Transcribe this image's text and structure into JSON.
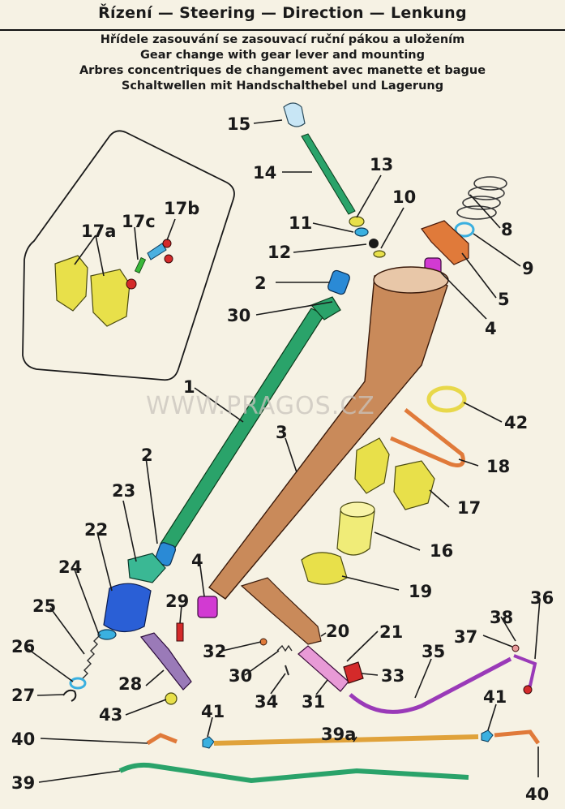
{
  "header": {
    "title": "Řízení — Steering — Direction — Lenkung"
  },
  "subtitles": [
    "Hřídele zasouvání se zasouvací ruční pákou a uložením",
    "Gear change with gear lever and mounting",
    "Arbres concentriques de changement avec manette et bague",
    "Schaltwellen mit Handschalthebel und Lagerung"
  ],
  "watermark": "WWW.PRAGOS.CZ",
  "labels": {
    "l1": "1",
    "l2a": "2",
    "l2b": "2",
    "l3": "3",
    "l4a": "4",
    "l4b": "4",
    "l5": "5",
    "l8": "8",
    "l9": "9",
    "l10": "10",
    "l11": "11",
    "l12": "12",
    "l13": "13",
    "l14": "14",
    "l15": "15",
    "l16": "16",
    "l17": "17",
    "l17a": "17a",
    "l17b": "17b",
    "l17c": "17c",
    "l18": "18",
    "l19": "19",
    "l20": "20",
    "l21": "21",
    "l22": "22",
    "l23": "23",
    "l24": "24",
    "l25": "25",
    "l26": "26",
    "l27": "27",
    "l28": "28",
    "l29": "29",
    "l30a": "30",
    "l30b": "30",
    "l31": "31",
    "l32": "32",
    "l33": "33",
    "l34": "34",
    "l35": "35",
    "l36": "36",
    "l37": "37",
    "l38": "38",
    "l39": "39",
    "l39a": "39a",
    "l40a": "40",
    "l40b": "40",
    "l41a": "41",
    "l41b": "41",
    "l42": "42",
    "l43": "43"
  },
  "colors": {
    "green": "#2aa36a",
    "copper": "#c98a5a",
    "yellow": "#e8e04a",
    "orange": "#e07a3a",
    "blue": "#2a5fd6",
    "cyan": "#3ab0e0",
    "magenta": "#d23ad2",
    "purple": "#9a3ab8",
    "red": "#d42a2a",
    "lime": "#3ab83a"
  }
}
